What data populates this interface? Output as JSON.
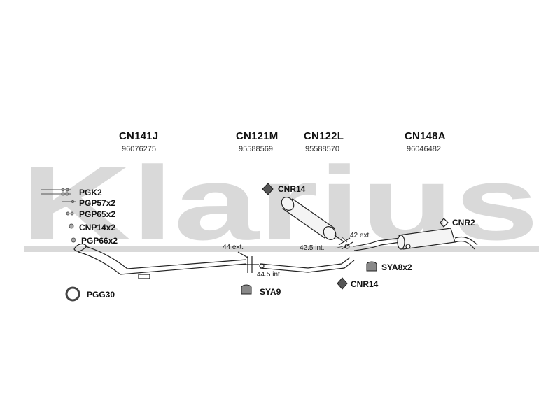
{
  "watermark": {
    "text": "Klarius",
    "color": "#d9d9d9"
  },
  "assemblies": [
    {
      "code": "CN141J",
      "number": "96076275"
    },
    {
      "code": "CN121M",
      "number": "95588569"
    },
    {
      "code": "CN122L",
      "number": "95588570"
    },
    {
      "code": "CN148A",
      "number": "96046482"
    }
  ],
  "parts": {
    "pgk2": "PGK2",
    "pgp57": "PGP57x2",
    "pgp65": "PGP65x2",
    "cnp14": "CNP14x2",
    "pgp66": "PGP66x2",
    "pgg30": "PGG30",
    "cnr14_top": "CNR14",
    "cnr14_bottom": "CNR14",
    "cnr2": "CNR2",
    "sya9": "SYA9",
    "sya8": "SYA8x2"
  },
  "dimensions": {
    "ext44": "44 ext.",
    "int445": "44.5 int.",
    "ext42": "42 ext.",
    "int425": "42.5 int."
  }
}
